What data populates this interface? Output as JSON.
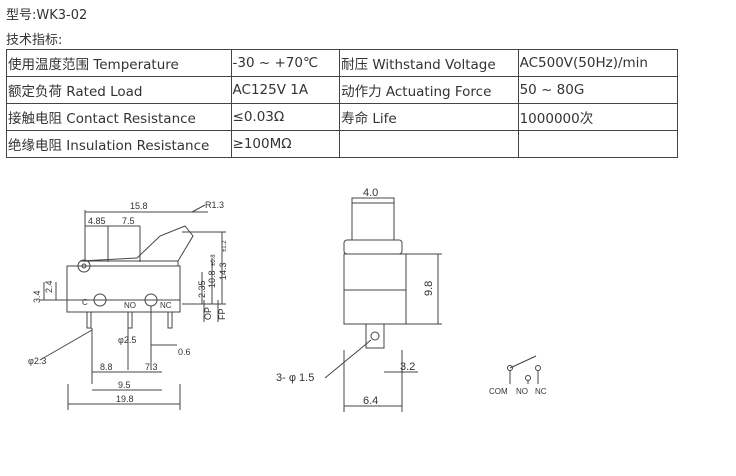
{
  "header": {
    "model": "型号:WK3-02",
    "tech_label": "技术指标:"
  },
  "specs": [
    [
      "使用温度范围 Temperature",
      "-30 ~ +70℃",
      "耐压 Withstand Voltage",
      "AC500V(50Hz)/min"
    ],
    [
      "额定负荷 Rated Load",
      "AC125V 1A",
      "动作力 Actuating Force",
      "50 ~ 80G"
    ],
    [
      "接触电阻 Contact Resistance",
      "≤0.03Ω",
      "寿命 Life",
      "1000000次"
    ],
    [
      "绝缘电阻 Insulation Resistance",
      "≥100MΩ",
      "",
      ""
    ]
  ],
  "drawing1": {
    "d15_8": "15.8",
    "r1_3": "R1.3",
    "d4_85": "4.85",
    "d7_5": "7.5",
    "d14_3": "14.3",
    "d14_3_tol": "±1.2",
    "d10_8": "10.8",
    "d10_8_tol": "±0.8",
    "d2_35": "2.35",
    "d3_4": "3.4",
    "d2_4": "2.4",
    "op": "OP",
    "fp": "FP",
    "c": "C",
    "no": "NO",
    "nc": "NC",
    "phi2_3": "φ2.3",
    "phi2_5": "φ2.5",
    "d0_6": "0.6",
    "d8_8": "8.8",
    "d7_3": "7.3",
    "d9_5": "9.5",
    "d19_8": "19.8"
  },
  "drawing2": {
    "d4_0": "4.0",
    "d9_8": "9.8",
    "holes": "3- φ 1.5",
    "d3_2": "3.2",
    "d6_4": "6.4"
  },
  "schematic": {
    "com": "COM",
    "no": "NO",
    "nc": "NC"
  }
}
